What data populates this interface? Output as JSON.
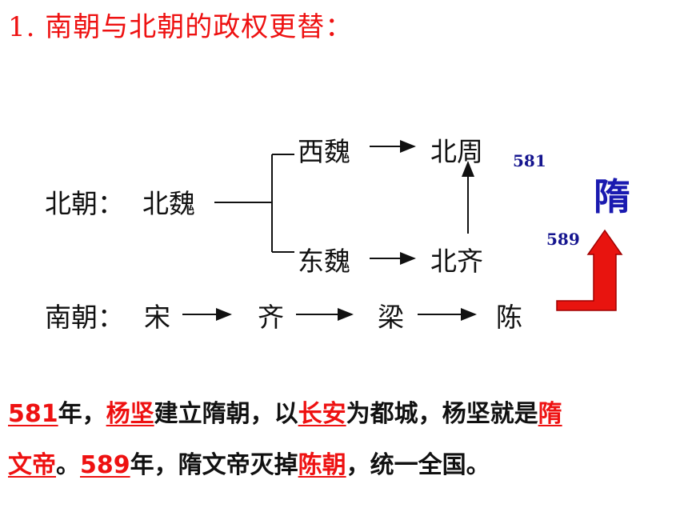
{
  "title": "1. 南朝与北朝的政权更替：",
  "diagram": {
    "north_label": "北朝：",
    "northern_wei": "北魏",
    "western_wei": "西魏",
    "eastern_wei": "东魏",
    "northern_zhou": "北周",
    "northern_qi": "北齐",
    "south_label": "南朝：",
    "song": "宋",
    "qi": "齐",
    "liang": "梁",
    "chen": "陈",
    "year_581": "581",
    "year_589": "589",
    "sui": "隋",
    "arrow_color": "#e8140f"
  },
  "paragraph": {
    "line1": [
      {
        "text": "581",
        "hl": true
      },
      {
        "text": "年，",
        "hl": false
      },
      {
        "text": "杨坚",
        "hl": true
      },
      {
        "text": "建立隋朝，以",
        "hl": false
      },
      {
        "text": "长安",
        "hl": true
      },
      {
        "text": "为都城，杨坚就是",
        "hl": false
      },
      {
        "text": "隋",
        "hl": true
      }
    ],
    "line2": [
      {
        "text": "文帝",
        "hl": true
      },
      {
        "text": "。",
        "hl": false
      },
      {
        "text": "589",
        "hl": true
      },
      {
        "text": "年，隋文帝灭掉",
        "hl": false
      },
      {
        "text": "陈朝",
        "hl": true
      },
      {
        "text": "，统一全国。",
        "hl": false
      }
    ]
  }
}
